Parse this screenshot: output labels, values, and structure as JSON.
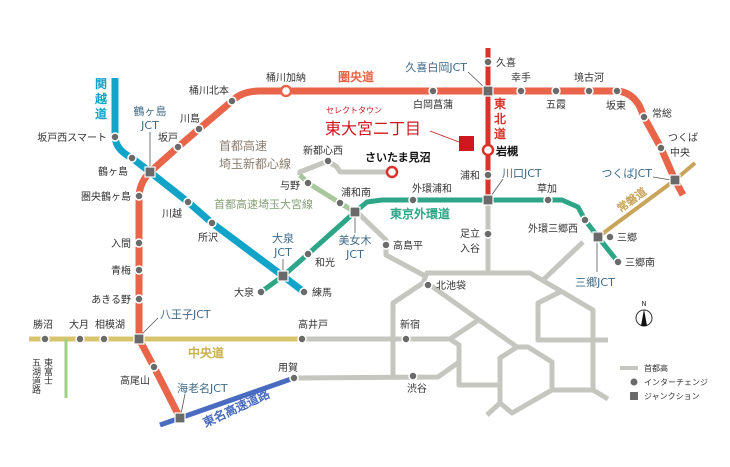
{
  "colors": {
    "kenodo": "#e8654a",
    "tohokudo": "#d9322a",
    "kanetsudo": "#12a4c8",
    "gaikando": "#2ea587",
    "omiya": "#a9c79c",
    "shuto": "#c6c6c0",
    "chuodo": "#d9c46e",
    "tomei": "#4a6cc0",
    "joban": "#c9a55c",
    "fujigoko": "#9dcf84",
    "highlight": "#d0161e"
  },
  "roads": {
    "kenodo": "圏央道",
    "kanetsudo": [
      "関",
      "越",
      "道"
    ],
    "tohokudo": [
      "東",
      "北",
      "道"
    ],
    "shintoshin": [
      "首都高速",
      "埼玉新都心線"
    ],
    "omiya": "首都高速埼玉大宮線",
    "gaikando": "東京外環道",
    "joban": "常磐道",
    "chuodo": "中央道",
    "tomei": "東名高速道路",
    "fujigoko": [
      "東富士",
      "五湖道路"
    ]
  },
  "highlight": {
    "sub": "セレクトタウン",
    "title": "東大宮二丁目"
  },
  "stations": {
    "sakado_nishi": "坂戸西スマート",
    "tsurugashima": "鶴ヶ島",
    "ken_tsurugashima": "圏央鶴ヶ島",
    "iruma": "入間",
    "ome": "青梅",
    "akiruno": "あきる野",
    "sakado": "坂戸",
    "kawajima": "川島",
    "okegawa_kitamoto": "桶川北本",
    "okegawa_kano": "桶川加納",
    "shiraoka_shobu": "白岡菖蒲",
    "kuki": "久喜",
    "satte": "幸手",
    "goka": "五霞",
    "sakaikoga": "境古河",
    "bando": "坂東",
    "joso": "常総",
    "tsukuba_chuo": [
      "つくば",
      "中央"
    ],
    "iwatsuki": "岩槻",
    "urawa": "浦和",
    "gaikan_urawa": "外環浦和",
    "soka": "草加",
    "gaikan_misato_nishi": "外環三郷西",
    "misato": "三郷",
    "misato_minami": "三郷南",
    "adachi_iriya": [
      "足立",
      "入谷"
    ],
    "takashimadaira": "高島平",
    "urawa_minami": "浦和南",
    "yono": "与野",
    "shintoshin_nishi": "新都心西",
    "saitama_minuma": "さいたま見沼",
    "kawagoe": "川越",
    "tokorozawa": "所沢",
    "wako": "和光",
    "oizumi": "大泉",
    "nerima": "練馬",
    "kita_ikebukuro": "北池袋",
    "katsunuma": "勝沼",
    "otsuki": "大月",
    "sagamiko": "相模湖",
    "takaido": "高井戸",
    "shinjuku": "新宿",
    "yoga": "用賀",
    "shibuya": "渋谷",
    "takaosan": "高尾山"
  },
  "junctions": {
    "tsurugashima": [
      "鶴ヶ島",
      "JCT"
    ],
    "kuki_shiraoka": "久喜白岡JCT",
    "tsukuba": "つくばJCT",
    "kawaguchi": "川口JCT",
    "misato": "三郷JCT",
    "bijogi": [
      "美女木",
      "JCT"
    ],
    "oizumi": [
      "大泉",
      "JCT"
    ],
    "hachioji": "八王子JCT",
    "ebina": "海老名JCT"
  },
  "legend": {
    "shuto": "首都高",
    "ic": "インターチェンジ",
    "jct": "ジャンクション"
  },
  "compass": "N"
}
